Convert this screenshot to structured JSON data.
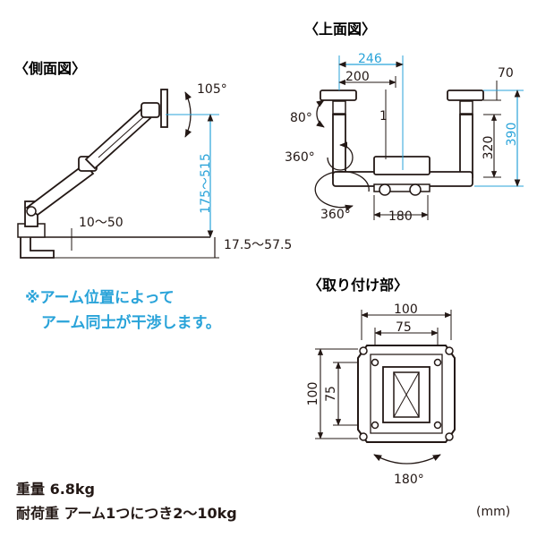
{
  "titles": {
    "side": "〈側面図〉",
    "top": "〈上面図〉",
    "mount": "〈取り付け部〉"
  },
  "side_dims": {
    "tilt": "105°",
    "height": "175〜515",
    "clamp": "10〜50",
    "desk": "17.5〜57.5"
  },
  "top_dims": {
    "width": "246",
    "offset": "200",
    "plate": "70",
    "height": "390",
    "inner": "320",
    "one": "1",
    "angle80": "80°",
    "swivel_upper": "360°",
    "swivel_lower": "360°",
    "base": "180"
  },
  "mount_dims": {
    "outer_w": "100",
    "inner_w": "75",
    "outer_h": "100",
    "inner_h": "75",
    "rotate": "180°"
  },
  "note": {
    "line1": "※アーム位置によって",
    "line2": "アーム同士が干渉します。"
  },
  "specs": {
    "weight": "重量 6.8kg",
    "load": "耐荷重 アーム1つにつき2〜10kg"
  },
  "unit": "(mm)",
  "colors": {
    "ink": "#231815",
    "dimension": "#29a3d9",
    "gray": "#9e9e9e"
  }
}
